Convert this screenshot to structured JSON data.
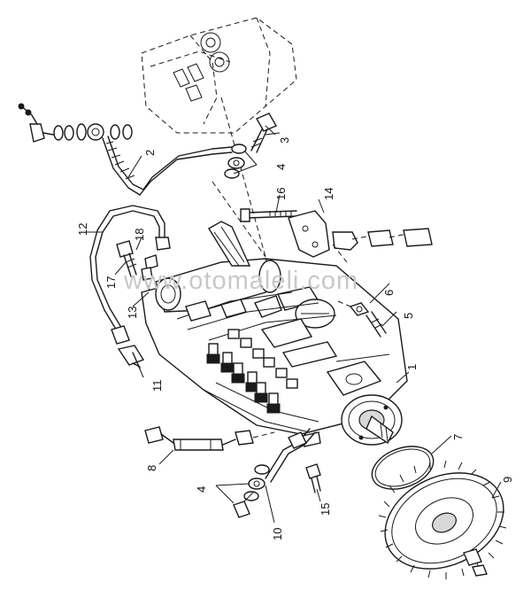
{
  "watermark": "www.otomaleli.com",
  "callouts": [
    {
      "id": "c1",
      "text": "1"
    },
    {
      "id": "c2",
      "text": "2"
    },
    {
      "id": "c3",
      "text": "3"
    },
    {
      "id": "c4a",
      "text": "4"
    },
    {
      "id": "c4b",
      "text": "4"
    },
    {
      "id": "c5",
      "text": "5"
    },
    {
      "id": "c6",
      "text": "6"
    },
    {
      "id": "c7",
      "text": "7"
    },
    {
      "id": "c8",
      "text": "8"
    },
    {
      "id": "c9",
      "text": "9"
    },
    {
      "id": "c10",
      "text": "10"
    },
    {
      "id": "c11",
      "text": "11"
    },
    {
      "id": "c12",
      "text": "12"
    },
    {
      "id": "c13",
      "text": "13"
    },
    {
      "id": "c14",
      "text": "14"
    },
    {
      "id": "c15",
      "text": "15"
    },
    {
      "id": "c16",
      "text": "16"
    },
    {
      "id": "c17",
      "text": "17"
    },
    {
      "id": "c18",
      "text": "18"
    }
  ]
}
